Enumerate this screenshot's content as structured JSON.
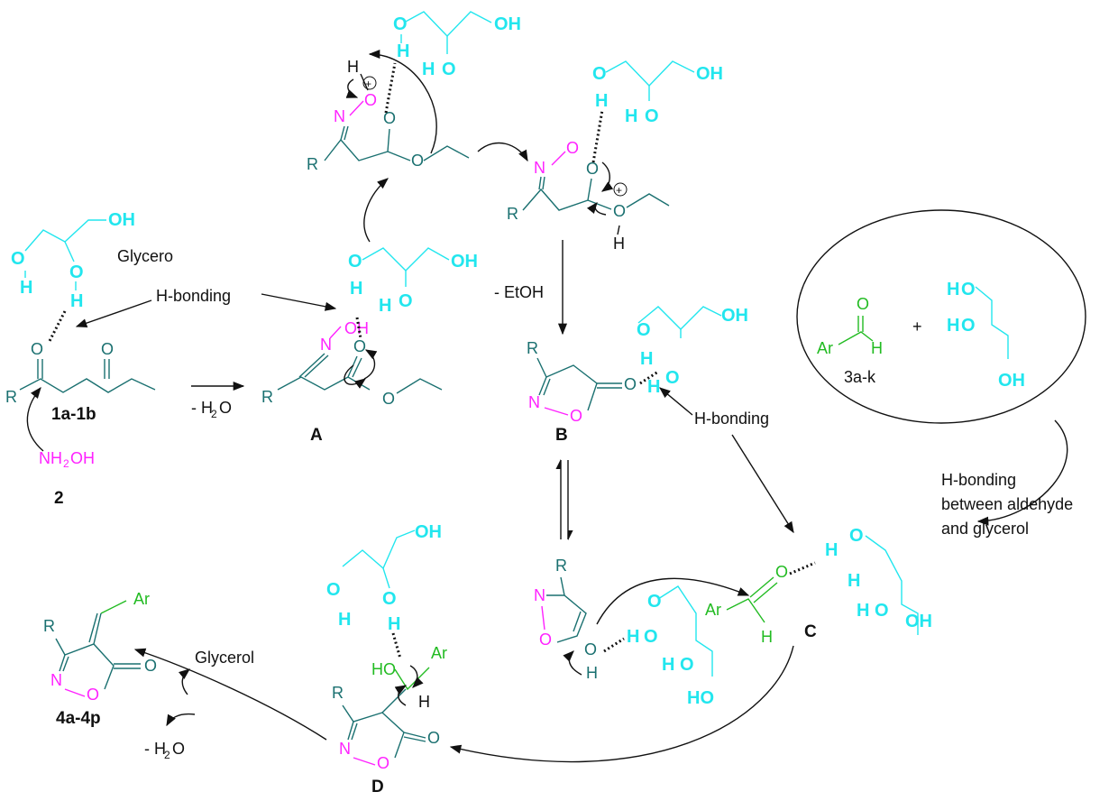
{
  "colors": {
    "glycerol": "#22e6ee",
    "skeleton": "#1a7070",
    "nitrogen_oxygen": "#ff22ff",
    "aldehyde": "#22bb22",
    "text": "#111111"
  },
  "labels": {
    "glycero": "Glycero",
    "hbond1": "H-bonding",
    "hbond2": "H-bonding",
    "hbond3": "H-bonding",
    "between": "between aldehyde",
    "and_glycerol": "and glycerol",
    "minus_etoh": "- EtOH",
    "minus_h2o_a": "- H",
    "minus_h2o_b": "- H",
    "glycerol": "Glycerol",
    "plus": "+"
  },
  "compounds": {
    "c1": "1a-1b",
    "c2": "2",
    "cA": "A",
    "cB": "B",
    "cC": "C",
    "cD": "D",
    "c3": "3a-k",
    "c4": "4a-4p"
  },
  "atoms": {
    "R": "R",
    "O": "O",
    "N": "N",
    "H": "H",
    "OH": "OH",
    "HO": "HO",
    "Ar": "Ar",
    "NH2OH_a": "NH",
    "NH2OH_b": "OH",
    "sub2": "2",
    "O_ring": "O"
  }
}
